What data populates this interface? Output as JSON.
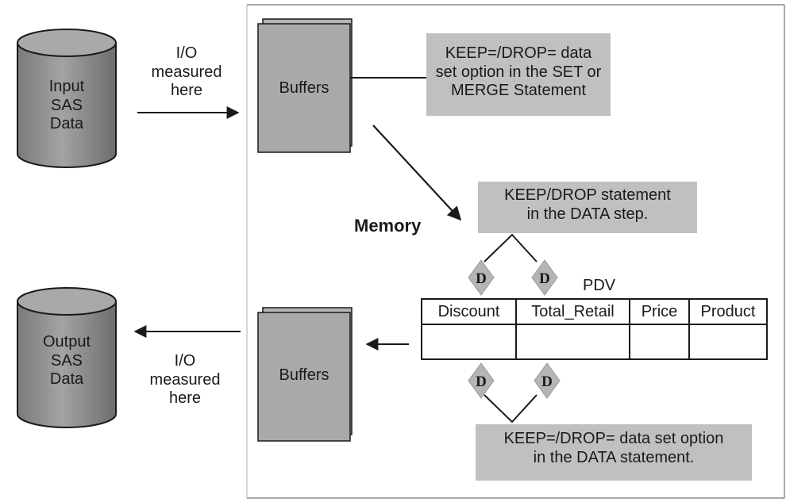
{
  "input_cylinder_label": "Input\nSAS\nData",
  "output_cylinder_label": "Output\nSAS\nData",
  "io_top_label": "I/O\nmeasured\nhere",
  "io_bottom_label": "I/O\nmeasured\nhere",
  "buffers_top_label": "Buffers",
  "buffers_bottom_label": "Buffers",
  "memory_label": "Memory",
  "callout_set_merge": "KEEP=/DROP= data\nset option in the SET or\nMERGE Statement",
  "callout_keep_drop_statement": "KEEP/DROP statement\nin the DATA step.",
  "callout_data_statement": "KEEP=/DROP= data set option\nin the DATA statement.",
  "pdv_label": "PDV",
  "pdv_columns": [
    "Discount",
    "Total_Retail",
    "Price",
    "Product"
  ],
  "drop_marker_letter": "D",
  "colors": {
    "cylinder_body": "#8e8e8e",
    "cylinder_top": "#a9a9a9",
    "buffer_fill": "#a9a9a9",
    "callout_fill": "#c0c0c0",
    "diamond_fill": "#b5b5b5",
    "line": "#1a1a1a"
  }
}
